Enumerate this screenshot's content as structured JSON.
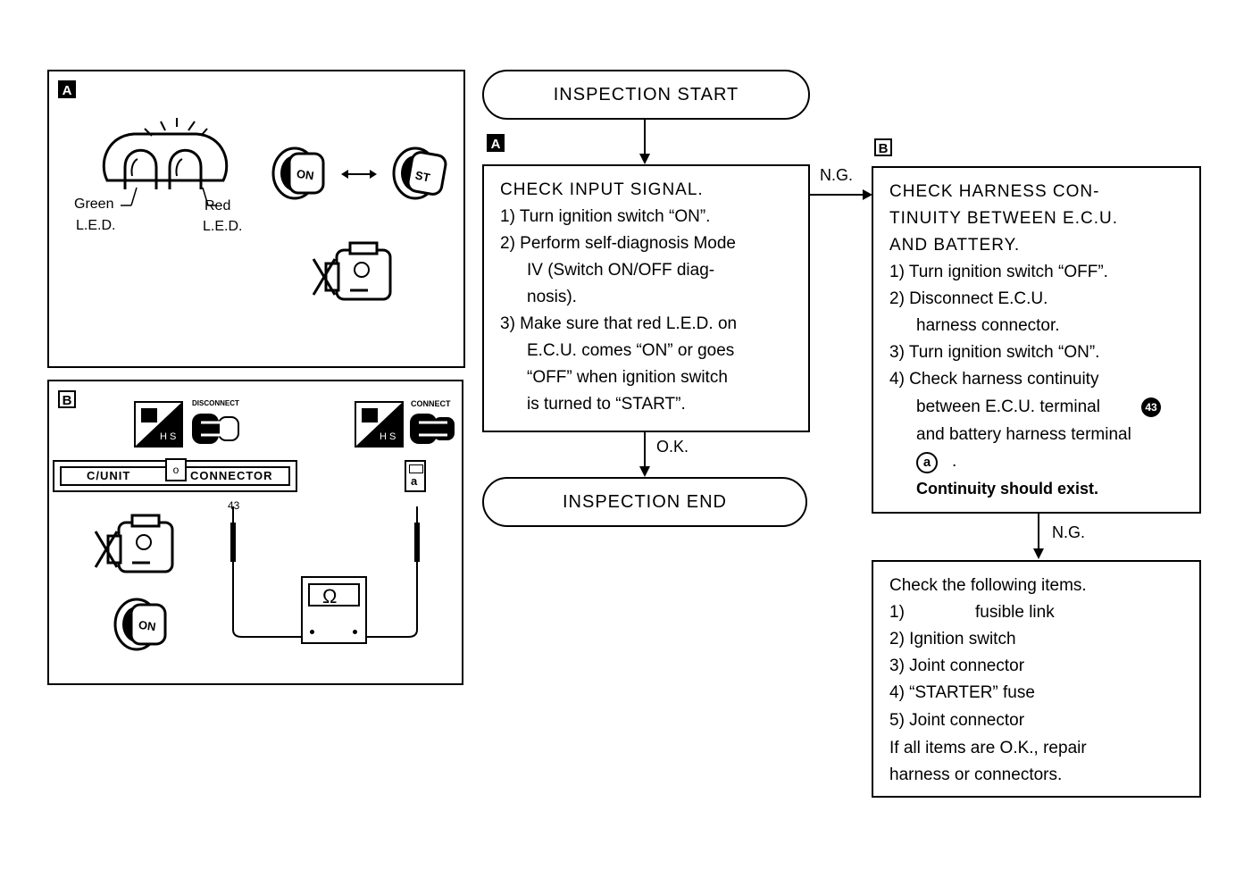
{
  "panel_a": {
    "tag": "A",
    "green_led_label_1": "Green",
    "green_led_label_2": "L.E.D.",
    "red_led_label_1": "Red",
    "red_led_label_2": "L.E.D.",
    "key_on": "ON",
    "key_st": "ST"
  },
  "panel_b": {
    "tag": "B",
    "hs_1": "H S",
    "hs_2": "H S",
    "disconnect": "DISCONNECT",
    "connect": "CONNECT",
    "cunit": "C/UNIT",
    "connector": "CONNECTOR",
    "terminal_num": "43",
    "terminal_a": "a",
    "ohm": "Ω",
    "key_on": "ON"
  },
  "flow": {
    "start": "INSPECTION START",
    "end": "INSPECTION END",
    "tag_a": "A",
    "tag_b": "B",
    "ng_1": "N.G.",
    "ok": "O.K.",
    "ng_2": "N.G.",
    "box_a": {
      "title": "CHECK  INPUT  SIGNAL.",
      "l1": "1)  Turn ignition switch “ON”.",
      "l2": "2)  Perform self-diagnosis Mode",
      "l3": "IV (Switch ON/OFF diag-",
      "l4": "nosis).",
      "l5": "3)  Make sure that red L.E.D. on",
      "l6": "E.C.U. comes “ON” or goes",
      "l7": "“OFF” when ignition switch",
      "l8": "is turned to “START”."
    },
    "box_b": {
      "t1": "CHECK  HARNESS  CON-",
      "t2": "TINUITY  BETWEEN  E.C.U.",
      "t3": "AND  BATTERY.",
      "l1": "1)  Turn ignition switch “OFF”.",
      "l2": "2)  Disconnect E.C.U.",
      "l3": "harness connector.",
      "l4": "3)  Turn ignition switch “ON”.",
      "l5": "4)  Check harness continuity",
      "l6": "between E.C.U. terminal",
      "term": "43",
      "l7": "and battery harness terminal",
      "term_a": "a",
      "l8": "Continuity should exist."
    },
    "box_c": {
      "title": "Check the following items.",
      "l1a": "1)",
      "l1b": "fusible link",
      "l2": "2)  Ignition switch",
      "l3": "3)  Joint connector",
      "l4": "4)  “STARTER” fuse",
      "l5": "5)  Joint connector",
      "l6": "If all items are O.K., repair",
      "l7": "harness or connectors."
    }
  }
}
